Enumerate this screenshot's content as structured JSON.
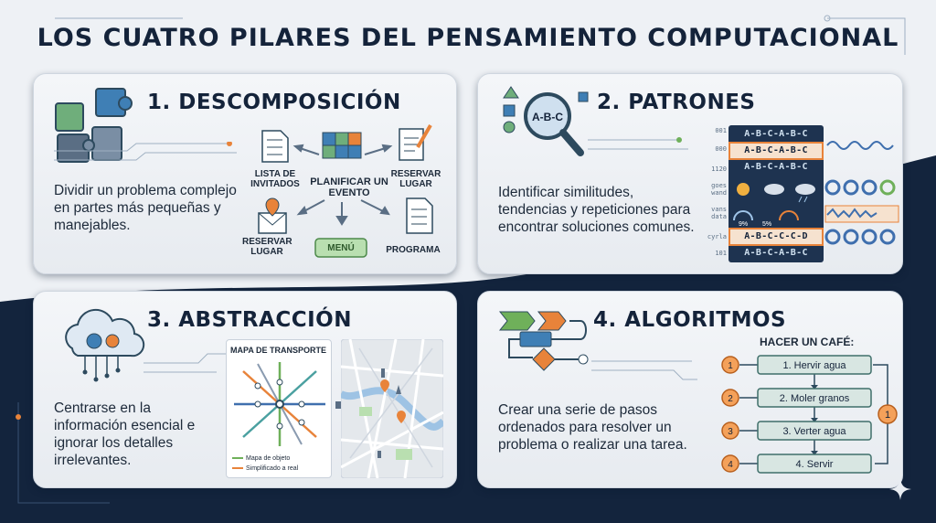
{
  "title": "LOS CUATRO PILARES DEL PENSAMIENTO COMPUTACIONAL",
  "pillars": {
    "decomposition": {
      "heading": "1. DESCOMPOSICIÓN",
      "description": "Dividir un problema complejo en partes más pequeñas y manejables.",
      "center_label": "PLANIFICAR UN EVENTO",
      "guest_list": "LISTA DE INVITADOS",
      "reserve_place_top": "RESERVAR LUGAR",
      "reserve_place_bottom": "RESERVAR LUGAR",
      "menu": "MENÚ",
      "program": "PROGRAMA"
    },
    "patterns": {
      "heading": "2. PATRONES",
      "description": "Identificar similitudes, tendencias y repeticiones para encontrar soluciones comunes.",
      "magnifier_text": "A-B-C",
      "row_labels": [
        "001",
        "000",
        "1120",
        "goes wand",
        "vans data",
        "cyrla",
        "101"
      ],
      "sequences": [
        "A-B-C-A-B-C",
        "A-B-C-A-B-C",
        "A-B-C-A-B-C",
        "A-B-C-C-C-D",
        "A-B-C-A-B-C"
      ],
      "weather_percents": [
        "9%",
        "5%"
      ]
    },
    "abstraction": {
      "heading": "3. ABSTRACCIÓN",
      "description": "Centrarse en la información esencial e ignorar los detalles irrelevantes.",
      "map_title": "MAPA DE TRANSPORTE",
      "legend_1": "Mapa de objeto",
      "legend_2": "Simplificado a real"
    },
    "algorithms": {
      "heading": "4. ALGORITMOS",
      "description": "Crear una serie de pasos ordenados para resolver un problema o realizar una tarea.",
      "flow_title": "HACER UN CAFÉ:",
      "steps": [
        "1. Hervir agua",
        "2. Moler granos",
        "3. Verter agua",
        "4. Servir"
      ],
      "step_numbers": [
        "1",
        "2",
        "3",
        "4"
      ],
      "loop_number": "1"
    }
  },
  "colors": {
    "navy": "#14233a",
    "orange": "#e8833a",
    "teal": "#3f9a8f",
    "blue": "#3f6fae",
    "green": "#6fb05a"
  }
}
